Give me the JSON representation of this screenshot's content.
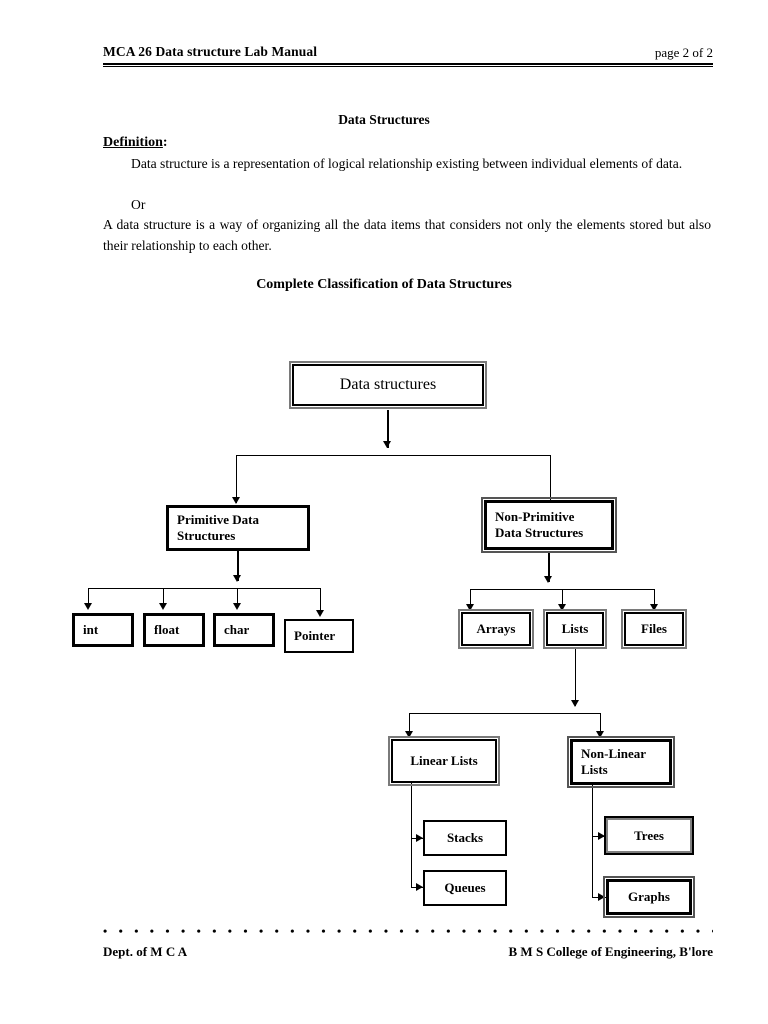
{
  "header": {
    "title": "MCA 26 Data structure Lab Manual",
    "page_label": "page 2 of 2"
  },
  "document": {
    "title": "Data Structures",
    "definition_heading": "Definition",
    "definition_heading_colon": ":",
    "definition_text": "Data structure is a representation of logical relationship existing between individual elements of data.",
    "or_text": "Or",
    "alternate_text": "A data structure is a way of organizing all the data items that considers not only the elements stored but also their relationship to each other.",
    "section_title": "Complete Classification of Data Structures"
  },
  "diagram": {
    "nodes": {
      "root": "Data structures",
      "primitive": "Primitive Data Structures",
      "non_primitive": "Non-Primitive Data Structures",
      "int": "int",
      "float": "float",
      "char": "char",
      "pointer": "Pointer",
      "arrays": "Arrays",
      "lists": "Lists",
      "files": "Files",
      "linear_lists": "Linear Lists",
      "non_linear_lists": "Non-Linear Lists",
      "stacks": "Stacks",
      "queues": "Queues",
      "trees": "Trees",
      "graphs": "Graphs"
    }
  },
  "footer": {
    "dots": "• • • • • • • • • • • • • • • • • • • • • • • • • • • • • • • • • • • • • • • • • • • • • • • • • • • • • • • • • • • • • • • • • • • • • • • • • •",
    "left": "Dept. of M C A",
    "right": "B M S College of Engineering, B'lore"
  },
  "colors": {
    "ink": "#000000",
    "paper": "#ffffff",
    "border_grey": "#7a7a7a"
  }
}
